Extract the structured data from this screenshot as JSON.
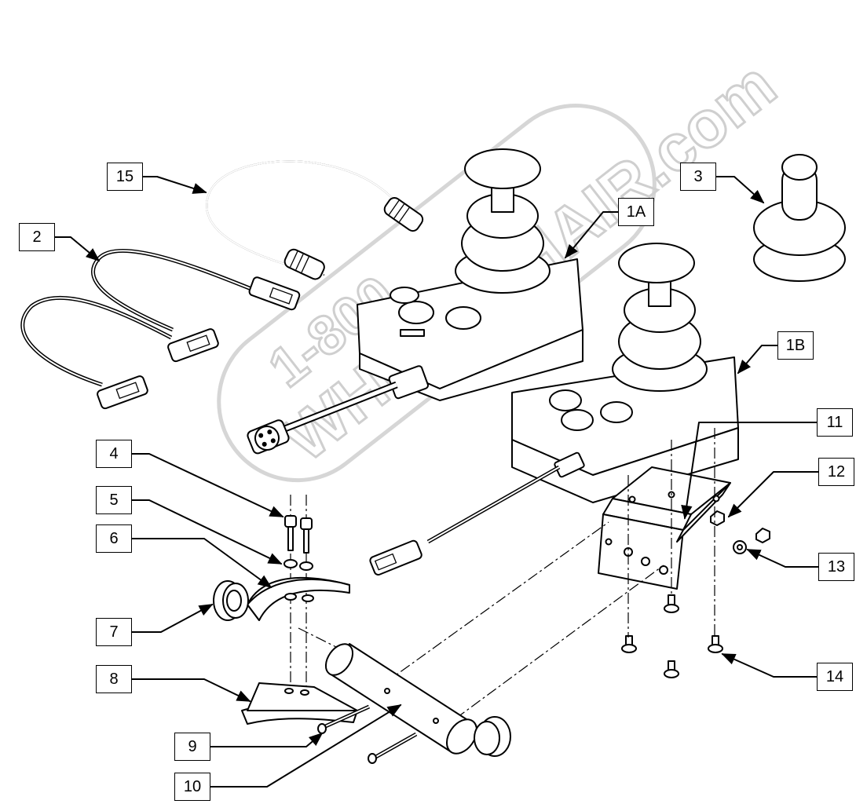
{
  "diagram": {
    "watermark": {
      "line1": "1-800",
      "line2": "WHEELCHAIR.com"
    },
    "callouts": [
      {
        "id": "15",
        "label": "15"
      },
      {
        "id": "2",
        "label": "2"
      },
      {
        "id": "1a",
        "label": "1A"
      },
      {
        "id": "3",
        "label": "3"
      },
      {
        "id": "1b",
        "label": "1B"
      },
      {
        "id": "4",
        "label": "4"
      },
      {
        "id": "5",
        "label": "5"
      },
      {
        "id": "6",
        "label": "6"
      },
      {
        "id": "7",
        "label": "7"
      },
      {
        "id": "8",
        "label": "8"
      },
      {
        "id": "9",
        "label": "9"
      },
      {
        "id": "10",
        "label": "10"
      },
      {
        "id": "11",
        "label": "11"
      },
      {
        "id": "12",
        "label": "12"
      },
      {
        "id": "13",
        "label": "13"
      },
      {
        "id": "14",
        "label": "14"
      }
    ]
  }
}
